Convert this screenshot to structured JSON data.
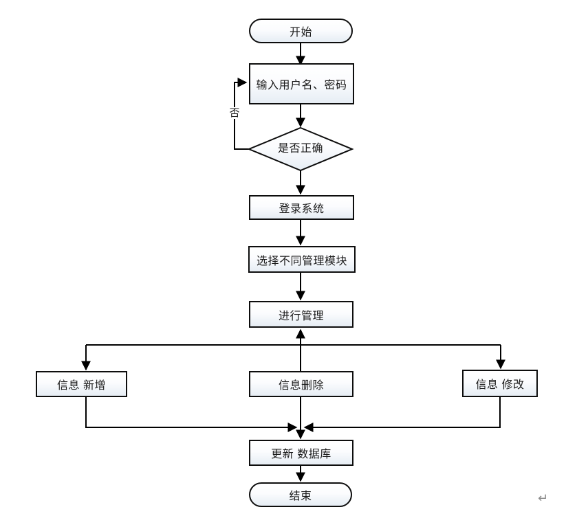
{
  "diagram": {
    "type": "flowchart",
    "nodes": {
      "start": {
        "label": "开始",
        "shape": "terminator"
      },
      "input": {
        "label": "输入用户名、密码",
        "shape": "process"
      },
      "decision": {
        "label": "是否正确",
        "shape": "decision"
      },
      "login": {
        "label": "登录系统",
        "shape": "process"
      },
      "select_module": {
        "label": "选择不同管理模块",
        "shape": "process"
      },
      "manage": {
        "label": "进行管理",
        "shape": "process"
      },
      "info_add": {
        "label": "信息 新增",
        "shape": "process"
      },
      "info_delete": {
        "label": "信息删除",
        "shape": "process"
      },
      "info_modify": {
        "label": "信息 修改",
        "shape": "process"
      },
      "update_db": {
        "label": "更新 数据库",
        "shape": "process"
      },
      "end": {
        "label": "结束",
        "shape": "terminator"
      }
    },
    "edge_labels": {
      "no": "否"
    },
    "edges": [
      {
        "from": "start",
        "to": "input"
      },
      {
        "from": "input",
        "to": "decision"
      },
      {
        "from": "decision",
        "to": "input",
        "label": "否"
      },
      {
        "from": "decision",
        "to": "login"
      },
      {
        "from": "login",
        "to": "select_module"
      },
      {
        "from": "select_module",
        "to": "manage"
      },
      {
        "from": "manage",
        "to": "info_add"
      },
      {
        "from": "manage",
        "to": "info_delete"
      },
      {
        "from": "manage",
        "to": "info_modify"
      },
      {
        "from": "info_add",
        "to": "update_db"
      },
      {
        "from": "info_delete",
        "to": "update_db"
      },
      {
        "from": "info_modify",
        "to": "update_db"
      },
      {
        "from": "update_db",
        "to": "end"
      }
    ],
    "colors": {
      "line": "#000000",
      "node_border": "#0d0d0d",
      "node_fill_top": "#ffffff",
      "node_fill_bottom": "#e6edf4",
      "text": "#1a1a1a",
      "return_mark": "#8c8c8c"
    },
    "return_mark_glyph": "↵"
  }
}
